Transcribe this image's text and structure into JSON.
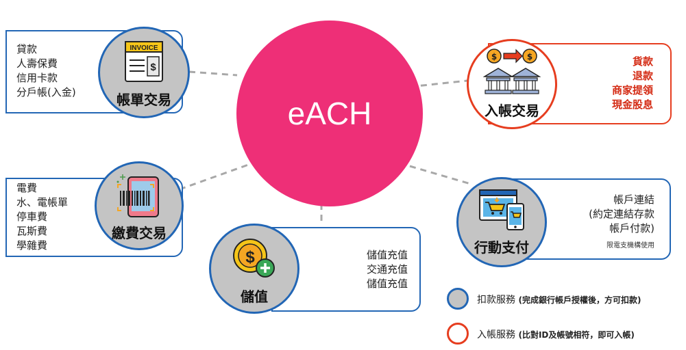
{
  "hub": {
    "label": "eACH"
  },
  "nodes": {
    "invoice": {
      "badge": "INVOICE",
      "title": "帳單交易",
      "items": [
        "貸款",
        "人壽保費",
        "信用卡款",
        "分戶帳(入金)"
      ]
    },
    "deposit": {
      "title": "入帳交易",
      "items": [
        "貨款",
        "退款",
        "商家提領",
        "現金股息"
      ]
    },
    "payment": {
      "title": "繳費交易",
      "items": [
        "電費",
        "水、電帳單",
        "停車費",
        "瓦斯費",
        "學雜費"
      ]
    },
    "mobile": {
      "title": "行動支付",
      "items": [
        "帳戶連結",
        "(約定連結存款",
        "帳戶付款)"
      ],
      "note": "限電支機構使用"
    },
    "stored": {
      "title": "儲值",
      "items": [
        "儲值充值",
        "交通充值",
        "儲值充值"
      ]
    }
  },
  "legend": {
    "debit": {
      "label": "扣款服務",
      "detail": "(完成銀行帳戶授權後，方可扣款)"
    },
    "credit": {
      "label": "入帳服務",
      "detail": "(比對ID及帳號相符，即可入帳)"
    }
  },
  "colors": {
    "hub": "#ee2f77",
    "blue": "#2266b5",
    "red": "#e63d1f",
    "grey": "#c4c4c4"
  }
}
